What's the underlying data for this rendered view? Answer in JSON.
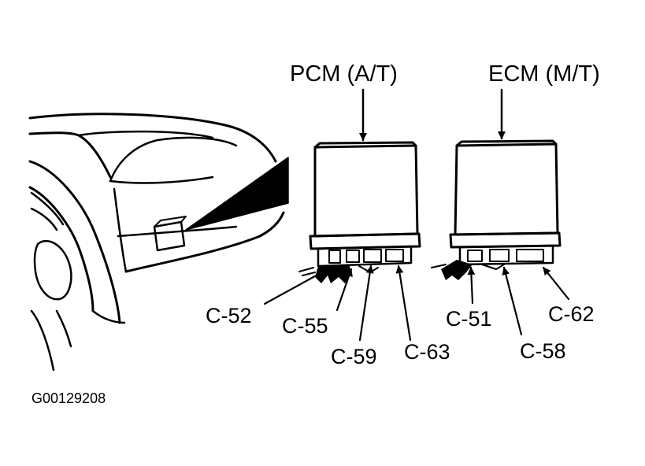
{
  "modules": [
    {
      "label": "PCM (A/T)"
    },
    {
      "label": "ECM (M/T)"
    }
  ],
  "connectors": {
    "pcm": [
      "C-52",
      "C-55",
      "C-59",
      "C-63"
    ],
    "ecm": [
      "C-51",
      "C-58",
      "C-62"
    ]
  },
  "figure_id": "G00129208",
  "colors": {
    "ink": "#000000",
    "paper": "#ffffff"
  }
}
